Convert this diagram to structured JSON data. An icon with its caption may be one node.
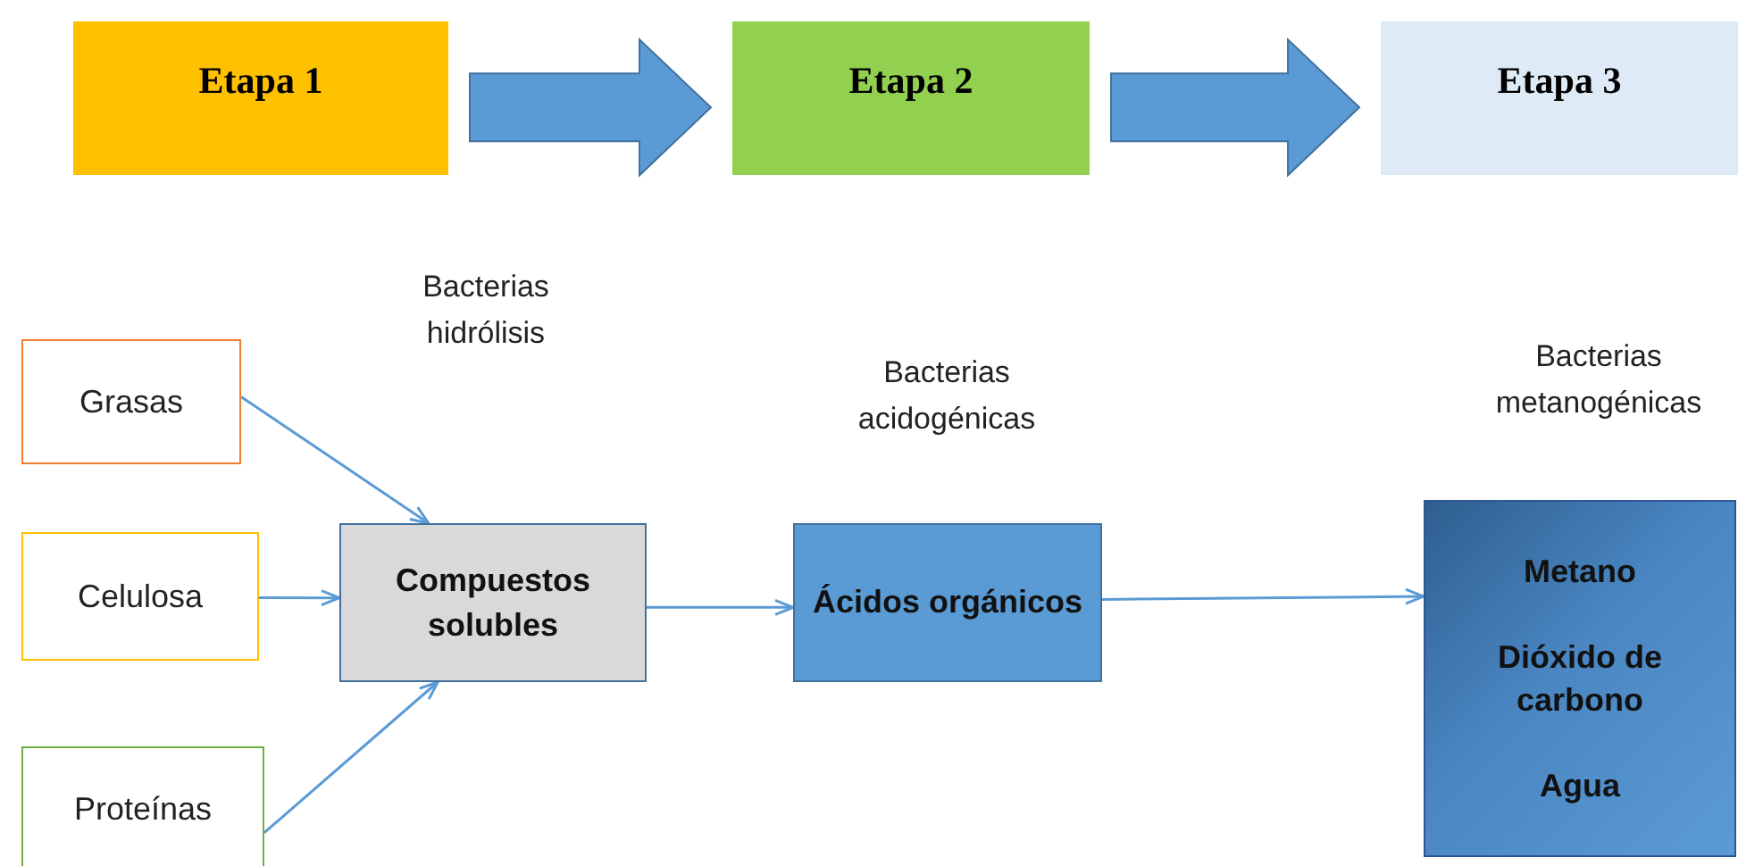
{
  "diagram": {
    "nodes": [
      {
        "text": [
          "Etapa 1"
        ]
      },
      {
        "text": [
          "Etapa 2"
        ]
      },
      {
        "text": [
          "Etapa 3"
        ]
      },
      {
        "text": [
          "Grasas"
        ]
      },
      {
        "text": [
          "Celulosa"
        ]
      },
      {
        "text": [
          "Proteínas"
        ]
      },
      {
        "text": [
          "Compuestos solubles"
        ]
      },
      {
        "text": [
          "Ácidos orgánicos"
        ]
      },
      {
        "text": [
          "Metano",
          "Dióxido de carbono",
          "Agua"
        ]
      }
    ],
    "edges": [
      {
        "from": 0,
        "to": 1,
        "arrow": "to",
        "style": "thick"
      },
      {
        "from": 1,
        "to": 2,
        "arrow": "to",
        "style": "thick"
      },
      {
        "from": 3,
        "to": 6,
        "arrow": "to"
      },
      {
        "from": 4,
        "to": 6,
        "arrow": "to"
      },
      {
        "from": 5,
        "to": 6,
        "arrow": "to"
      },
      {
        "from": 6,
        "to": 7,
        "arrow": "to"
      },
      {
        "from": 7,
        "to": 8,
        "arrow": "to"
      }
    ],
    "labels": [
      "Bacterias hidrólisis",
      "Bacterias acidogénicas",
      "Bacterias metanogénicas"
    ]
  }
}
